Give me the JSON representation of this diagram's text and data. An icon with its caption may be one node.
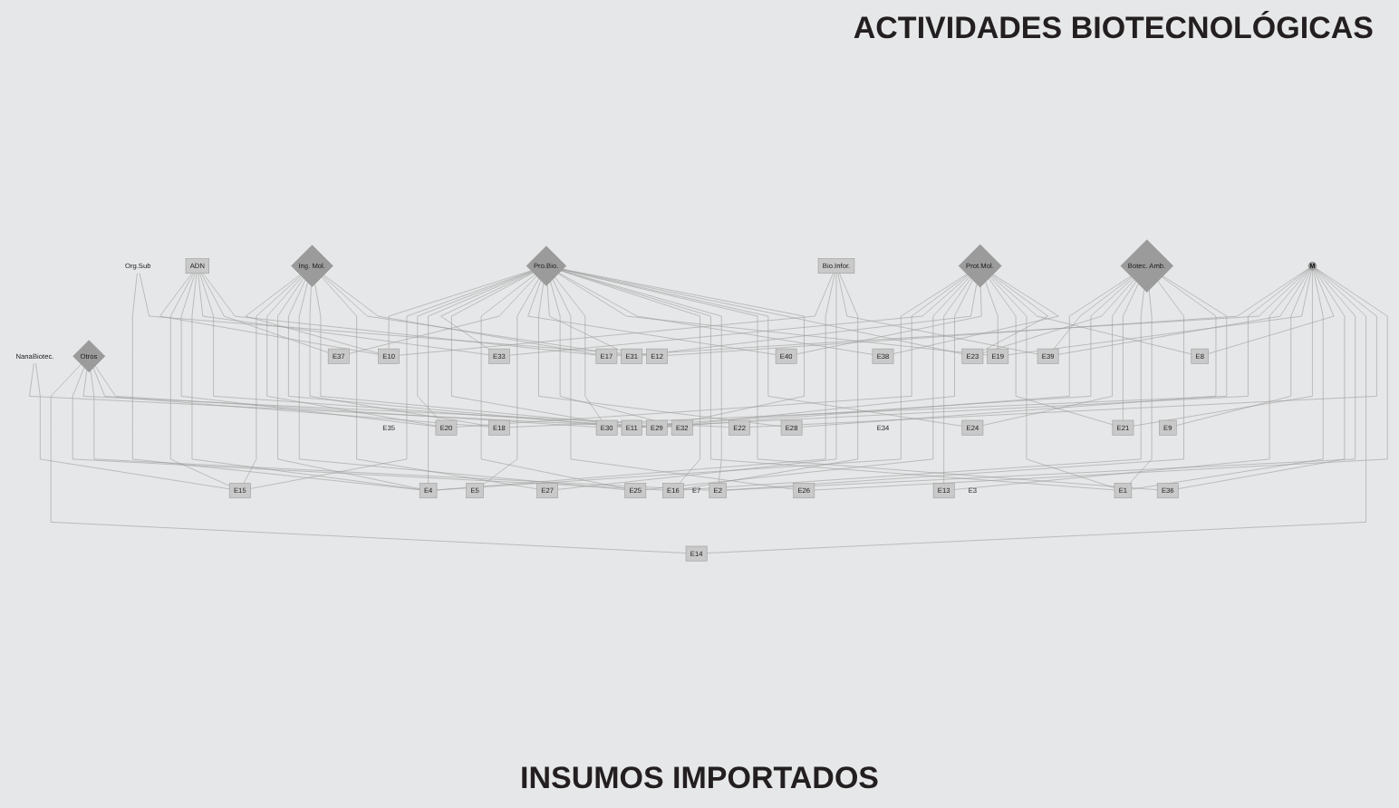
{
  "diagram": {
    "nodes": [
      {
        "text": [
          "NanaBiotec."
        ]
      },
      {
        "text": [
          "Org.Sub"
        ]
      },
      {
        "text": [
          "ADN"
        ]
      },
      {
        "text": [
          "Ing. Mol."
        ]
      },
      {
        "text": [
          "Bio.Infor."
        ]
      },
      {
        "text": [
          "Pro.Bio."
        ]
      },
      {
        "text": [
          "Prot.Mol."
        ]
      },
      {
        "text": [
          "Botec. Amb."
        ]
      },
      {
        "text": [
          "Otros"
        ]
      },
      {
        "text": [
          "E10"
        ]
      },
      {
        "text": [
          "E35"
        ]
      },
      {
        "text": [
          "E15"
        ]
      },
      {
        "text": [
          "E23"
        ]
      },
      {
        "text": [
          "E24"
        ]
      },
      {
        "text": [
          "E3"
        ]
      },
      {
        "text": [
          "E12"
        ]
      },
      {
        "text": [
          "E20"
        ]
      },
      {
        "text": [
          "E4"
        ]
      },
      {
        "text": [
          "E33"
        ]
      },
      {
        "text": [
          "E11"
        ]
      },
      {
        "text": [
          "E5"
        ]
      },
      {
        "text": [
          "E40"
        ]
      },
      {
        "text": [
          "E32"
        ]
      },
      {
        "text": [
          "E26"
        ]
      },
      {
        "text": [
          "E38"
        ]
      },
      {
        "text": [
          "E34"
        ]
      },
      {
        "text": [
          "E16"
        ]
      },
      {
        "text": [
          "E22"
        ]
      },
      {
        "text": [
          "E7"
        ]
      },
      {
        "text": [
          "E14"
        ]
      },
      {
        "text": [
          "E17"
        ]
      },
      {
        "text": [
          "E28"
        ]
      },
      {
        "text": [
          "E25"
        ]
      },
      {
        "text": [
          "E31"
        ]
      },
      {
        "text": [
          "E30"
        ]
      },
      {
        "text": [
          "E2"
        ]
      },
      {
        "text": [
          "E37"
        ]
      },
      {
        "text": [
          "E18"
        ]
      },
      {
        "text": [
          "E13"
        ]
      },
      {
        "text": [
          "M"
        ]
      },
      {
        "text": [
          "E19"
        ]
      },
      {
        "text": [
          "E21"
        ]
      },
      {
        "text": [
          "E1"
        ]
      },
      {
        "text": [
          "E8"
        ]
      },
      {
        "text": [
          "E29"
        ]
      },
      {
        "text": [
          "E27"
        ]
      },
      {
        "text": [
          "E39"
        ]
      },
      {
        "text": [
          "E9"
        ]
      },
      {
        "text": [
          "E36"
        ]
      }
    ],
    "edges": [
      {
        "from": 0,
        "to": 44,
        "arrow": "none"
      },
      {
        "from": 0,
        "to": 11,
        "arrow": "none"
      },
      {
        "from": 1,
        "to": 17,
        "arrow": "none"
      },
      {
        "from": 1,
        "to": 15,
        "arrow": "none"
      },
      {
        "from": 2,
        "to": 9,
        "arrow": "none"
      },
      {
        "from": 2,
        "to": 11,
        "arrow": "none"
      },
      {
        "from": 2,
        "to": 16,
        "arrow": "none"
      },
      {
        "from": 2,
        "to": 17,
        "arrow": "none"
      },
      {
        "from": 2,
        "to": 18,
        "arrow": "none"
      },
      {
        "from": 2,
        "to": 44,
        "arrow": "none"
      },
      {
        "from": 2,
        "to": 36,
        "arrow": "none"
      },
      {
        "from": 2,
        "to": 30,
        "arrow": "none"
      },
      {
        "from": 3,
        "to": 9,
        "arrow": "none"
      },
      {
        "from": 3,
        "to": 11,
        "arrow": "none"
      },
      {
        "from": 3,
        "to": 16,
        "arrow": "none"
      },
      {
        "from": 3,
        "to": 17,
        "arrow": "none"
      },
      {
        "from": 3,
        "to": 19,
        "arrow": "none"
      },
      {
        "from": 3,
        "to": 32,
        "arrow": "none"
      },
      {
        "from": 3,
        "to": 37,
        "arrow": "none"
      },
      {
        "from": 3,
        "to": 44,
        "arrow": "none"
      },
      {
        "from": 3,
        "to": 45,
        "arrow": "none"
      },
      {
        "from": 3,
        "to": 33,
        "arrow": "none"
      },
      {
        "from": 3,
        "to": 30,
        "arrow": "none"
      },
      {
        "from": 4,
        "to": 9,
        "arrow": "none"
      },
      {
        "from": 4,
        "to": 17,
        "arrow": "none"
      },
      {
        "from": 4,
        "to": 45,
        "arrow": "none"
      },
      {
        "from": 4,
        "to": 46,
        "arrow": "none"
      },
      {
        "from": 4,
        "to": 26,
        "arrow": "none"
      },
      {
        "from": 5,
        "to": 9,
        "arrow": "none"
      },
      {
        "from": 5,
        "to": 11,
        "arrow": "none"
      },
      {
        "from": 5,
        "to": 16,
        "arrow": "none"
      },
      {
        "from": 5,
        "to": 17,
        "arrow": "none"
      },
      {
        "from": 5,
        "to": 18,
        "arrow": "none"
      },
      {
        "from": 5,
        "to": 19,
        "arrow": "none"
      },
      {
        "from": 5,
        "to": 32,
        "arrow": "none"
      },
      {
        "from": 5,
        "to": 36,
        "arrow": "none"
      },
      {
        "from": 5,
        "to": 20,
        "arrow": "none"
      },
      {
        "from": 5,
        "to": 21,
        "arrow": "none"
      },
      {
        "from": 5,
        "to": 31,
        "arrow": "none"
      },
      {
        "from": 5,
        "to": 33,
        "arrow": "none"
      },
      {
        "from": 5,
        "to": 22,
        "arrow": "none"
      },
      {
        "from": 5,
        "to": 23,
        "arrow": "none"
      },
      {
        "from": 5,
        "to": 34,
        "arrow": "none"
      },
      {
        "from": 5,
        "to": 40,
        "arrow": "none"
      },
      {
        "from": 5,
        "to": 24,
        "arrow": "none"
      },
      {
        "from": 5,
        "to": 26,
        "arrow": "none"
      },
      {
        "from": 5,
        "to": 42,
        "arrow": "none"
      },
      {
        "from": 5,
        "to": 35,
        "arrow": "none"
      },
      {
        "from": 5,
        "to": 48,
        "arrow": "none"
      },
      {
        "from": 5,
        "to": 13,
        "arrow": "none"
      },
      {
        "from": 5,
        "to": 12,
        "arrow": "none"
      },
      {
        "from": 5,
        "to": 44,
        "arrow": "none"
      },
      {
        "from": 6,
        "to": 17,
        "arrow": "none"
      },
      {
        "from": 6,
        "to": 16,
        "arrow": "none"
      },
      {
        "from": 6,
        "to": 18,
        "arrow": "none"
      },
      {
        "from": 6,
        "to": 32,
        "arrow": "none"
      },
      {
        "from": 6,
        "to": 38,
        "arrow": "none"
      },
      {
        "from": 6,
        "to": 44,
        "arrow": "none"
      },
      {
        "from": 6,
        "to": 33,
        "arrow": "none"
      },
      {
        "from": 6,
        "to": 21,
        "arrow": "none"
      },
      {
        "from": 6,
        "to": 40,
        "arrow": "none"
      },
      {
        "from": 6,
        "to": 41,
        "arrow": "none"
      },
      {
        "from": 6,
        "to": 42,
        "arrow": "none"
      },
      {
        "from": 6,
        "to": 43,
        "arrow": "none"
      },
      {
        "from": 6,
        "to": 12,
        "arrow": "none"
      },
      {
        "from": 6,
        "to": 24,
        "arrow": "none"
      },
      {
        "from": 7,
        "to": 44,
        "arrow": "none"
      },
      {
        "from": 7,
        "to": 46,
        "arrow": "none"
      },
      {
        "from": 7,
        "to": 34,
        "arrow": "none"
      },
      {
        "from": 7,
        "to": 12,
        "arrow": "none"
      },
      {
        "from": 7,
        "to": 13,
        "arrow": "none"
      },
      {
        "from": 7,
        "to": 41,
        "arrow": "none"
      },
      {
        "from": 7,
        "to": 26,
        "arrow": "none"
      },
      {
        "from": 7,
        "to": 42,
        "arrow": "none"
      },
      {
        "from": 7,
        "to": 35,
        "arrow": "none"
      },
      {
        "from": 7,
        "to": 31,
        "arrow": "none"
      },
      {
        "from": 7,
        "to": 37,
        "arrow": "none"
      },
      {
        "from": 8,
        "to": 29,
        "arrow": "none"
      },
      {
        "from": 8,
        "to": 26,
        "arrow": "none"
      },
      {
        "from": 8,
        "to": 27,
        "arrow": "none"
      },
      {
        "from": 8,
        "to": 35,
        "arrow": "none"
      },
      {
        "from": 8,
        "to": 37,
        "arrow": "none"
      },
      {
        "from": 8,
        "to": 34,
        "arrow": "none"
      },
      {
        "from": 39,
        "to": 15,
        "arrow": "none"
      },
      {
        "from": 39,
        "to": 19,
        "arrow": "none"
      },
      {
        "from": 39,
        "to": 30,
        "arrow": "none"
      },
      {
        "from": 39,
        "to": 38,
        "arrow": "none"
      },
      {
        "from": 39,
        "to": 46,
        "arrow": "none"
      },
      {
        "from": 39,
        "to": 47,
        "arrow": "none"
      },
      {
        "from": 39,
        "to": 40,
        "arrow": "none"
      },
      {
        "from": 39,
        "to": 41,
        "arrow": "none"
      },
      {
        "from": 39,
        "to": 42,
        "arrow": "none"
      },
      {
        "from": 39,
        "to": 43,
        "arrow": "none"
      },
      {
        "from": 39,
        "to": 48,
        "arrow": "none"
      },
      {
        "from": 39,
        "to": 35,
        "arrow": "none"
      },
      {
        "from": 39,
        "to": 29,
        "arrow": "none"
      },
      {
        "from": 39,
        "to": 27,
        "arrow": "none"
      },
      {
        "from": 39,
        "to": 23,
        "arrow": "none"
      }
    ],
    "labels": [
      "ACTIVIDADES BIOTECNOLÓGICAS",
      "INSUMOS IMPORTADOS"
    ]
  }
}
